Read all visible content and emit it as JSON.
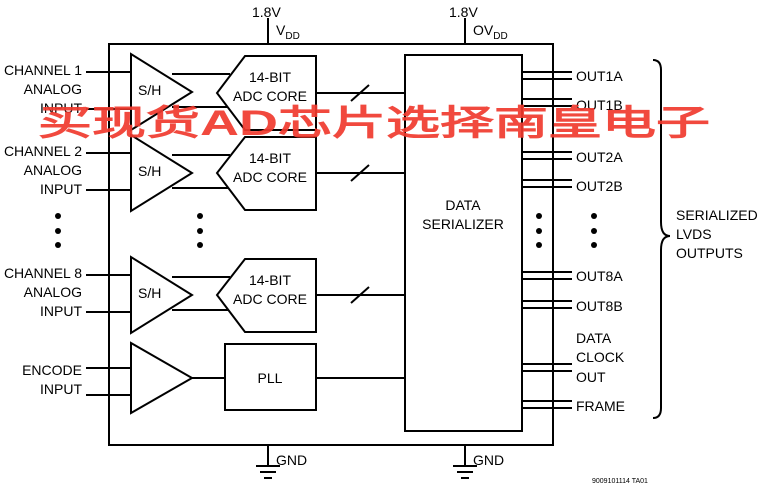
{
  "supply": {
    "vdd_voltage": "1.8V",
    "vdd_label": "V",
    "vdd_sub": "DD",
    "ovdd_voltage": "1.8V",
    "ovdd_label": "OV",
    "ovdd_sub": "DD",
    "gnd_label": "GND"
  },
  "channels": [
    {
      "line1": "CHANNEL 1",
      "line2": "ANALOG",
      "line3": "INPUT"
    },
    {
      "line1": "CHANNEL 2",
      "line2": "ANALOG",
      "line3": "INPUT"
    },
    {
      "line1": "CHANNEL 8",
      "line2": "ANALOG",
      "line3": "INPUT"
    }
  ],
  "encode": {
    "line1": "ENCODE",
    "line2": "INPUT"
  },
  "blocks": {
    "sh": "S/H",
    "adc_line1": "14-BIT",
    "adc_line2": "ADC CORE",
    "pll": "PLL",
    "serializer_line1": "DATA",
    "serializer_line2": "SERIALIZER"
  },
  "outputs": [
    "OUT1A",
    "OUT1B",
    "OUT2A",
    "OUT2B",
    "OUT8A",
    "OUT8B"
  ],
  "clock_out": {
    "line1": "DATA",
    "line2": "CLOCK",
    "line3": "OUT"
  },
  "frame": "FRAME",
  "serialized": {
    "line1": "SERIALIZED",
    "line2": "LVDS",
    "line3": "OUTPUTS"
  },
  "figure_id": "9009101114 TA01",
  "watermark": "买现货AD芯片选择南皇电子"
}
